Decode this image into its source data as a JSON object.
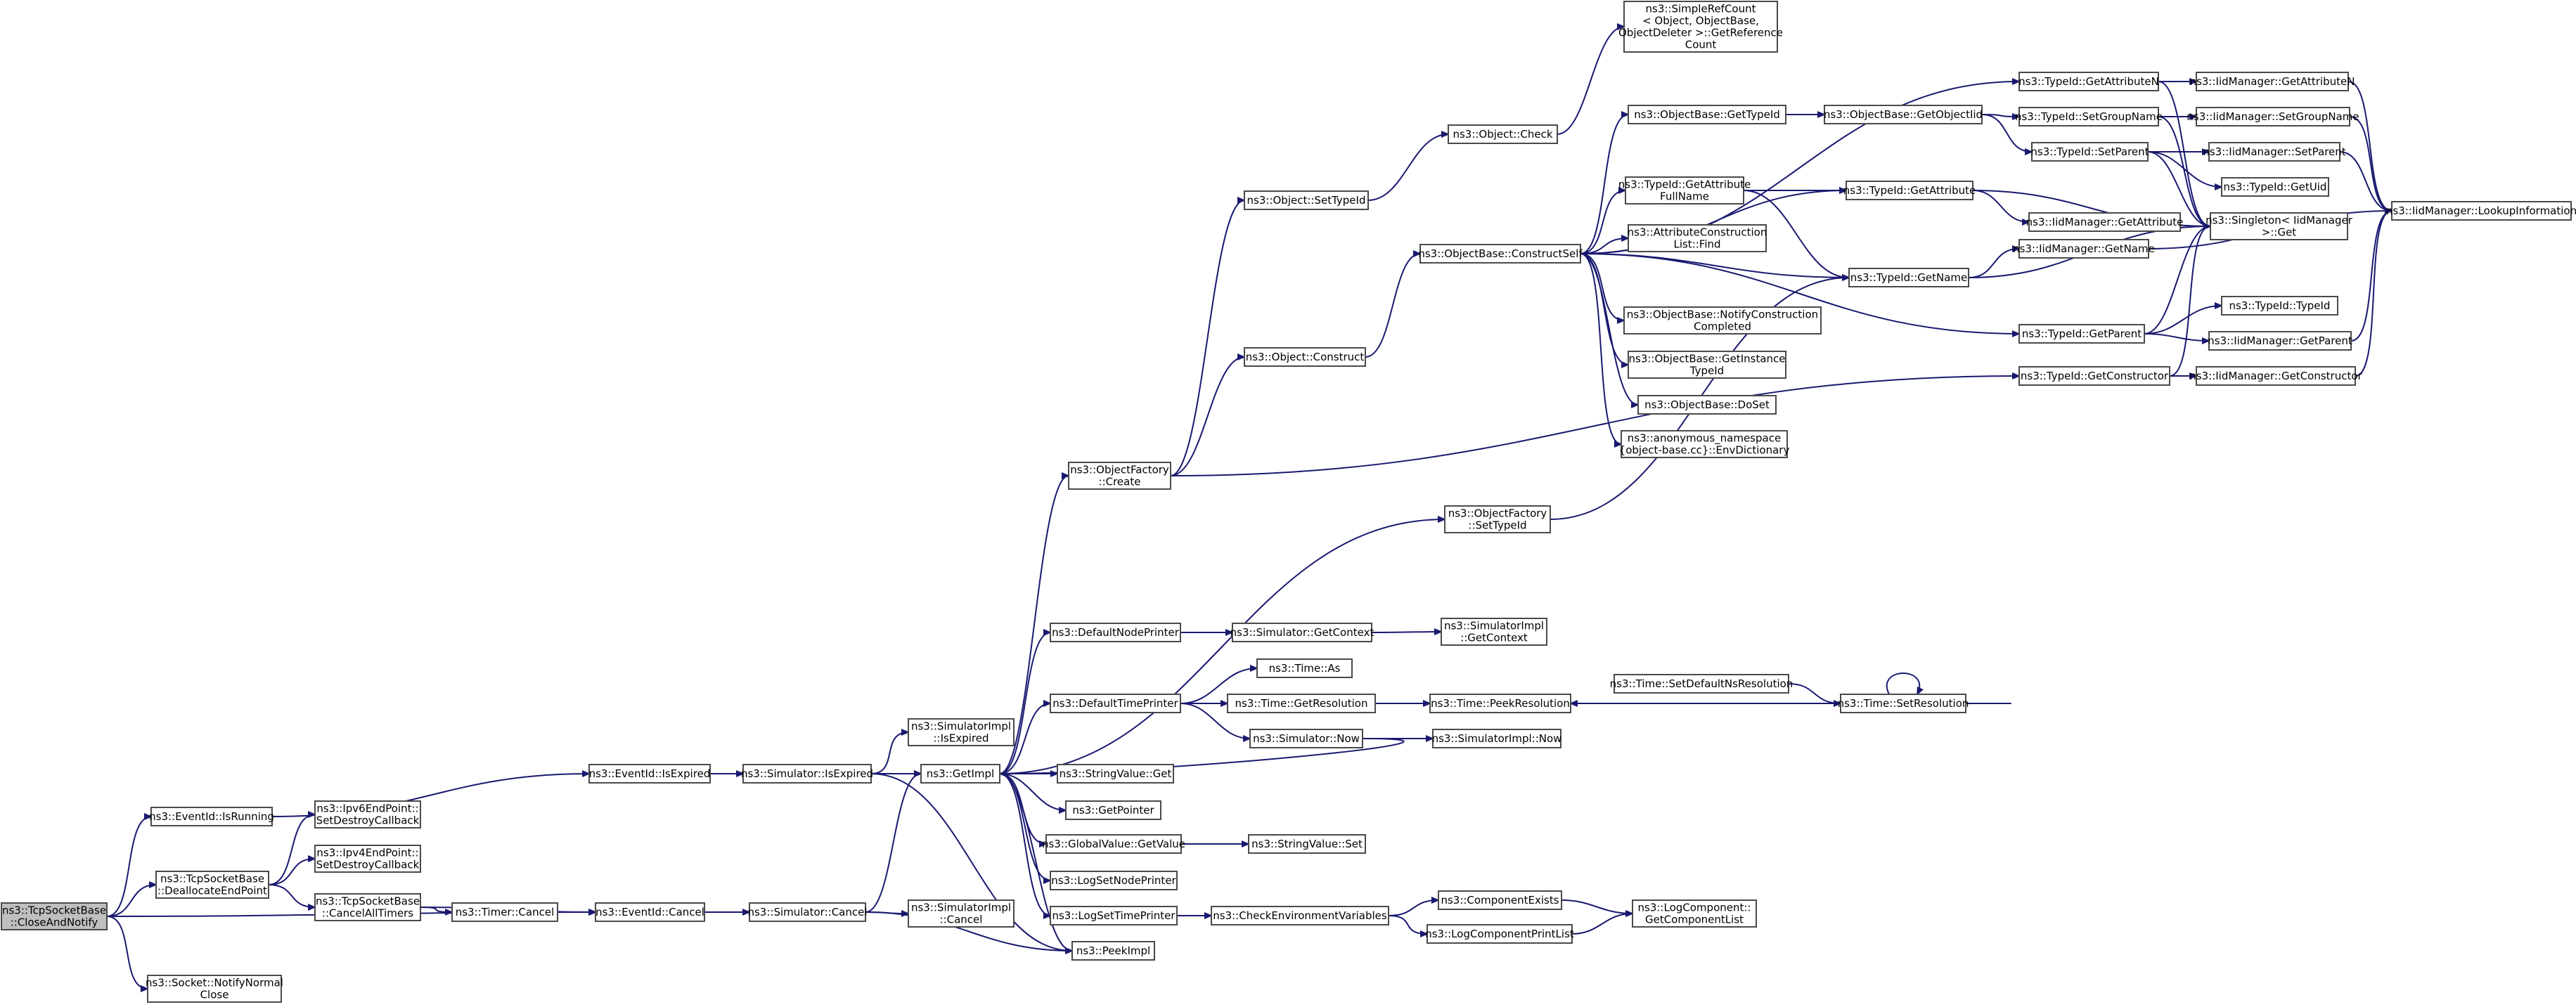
{
  "colors": {
    "edge": "#191970",
    "node_border": "#4a4a4a",
    "root_fill": "#bfbfbf",
    "node_fill": "#ffffff"
  },
  "nodes": {
    "closeandnotify": [
      "ns3::TcpSocketBase",
      "::CloseAndNotify"
    ],
    "isrunning": [
      "ns3::EventId::IsRunning"
    ],
    "deallocate": [
      "ns3::TcpSocketBase",
      "::DeallocateEndPoint"
    ],
    "notifynormal": [
      "ns3::Socket::NotifyNormal",
      "Close"
    ],
    "ipv6destroy": [
      "ns3::Ipv6EndPoint::",
      "SetDestroyCallback"
    ],
    "ipv4destroy": [
      "ns3::Ipv4EndPoint::",
      "SetDestroyCallback"
    ],
    "cancelalltimers": [
      "ns3::TcpSocketBase",
      "::CancelAllTimers"
    ],
    "timercancel": [
      "ns3::Timer::Cancel"
    ],
    "eventidisexpired": [
      "ns3::EventId::IsExpired"
    ],
    "eventidcancel": [
      "ns3::EventId::Cancel"
    ],
    "simisexpired": [
      "ns3::Simulator::IsExpired"
    ],
    "simcancel": [
      "ns3::Simulator::Cancel"
    ],
    "simimplisexpired": [
      "ns3::SimulatorImpl",
      "::IsExpired"
    ],
    "simimplcancel": [
      "ns3::SimulatorImpl",
      "::Cancel"
    ],
    "getimpl": [
      "ns3::GetImpl"
    ],
    "peekimpl": [
      "ns3::PeekImpl"
    ],
    "objfactorycreate": [
      "ns3::ObjectFactory",
      "::Create"
    ],
    "defaultnodeprinter": [
      "ns3::DefaultNodePrinter"
    ],
    "defaulttimeprinter": [
      "ns3::DefaultTimePrinter"
    ],
    "stringvalueget": [
      "ns3::StringValue::Get"
    ],
    "getpointer": [
      "ns3::GetPointer"
    ],
    "globalvalueget": [
      "ns3::GlobalValue::GetValue"
    ],
    "lognodeprinter": [
      "ns3::LogSetNodePrinter"
    ],
    "logtimeprinter": [
      "ns3::LogSetTimePrinter"
    ],
    "objsettypeid": [
      "ns3::Object::SetTypeId"
    ],
    "objconstruct": [
      "ns3::Object::Construct"
    ],
    "objcheck": [
      "ns3::Object::Check"
    ],
    "simplerefcount": [
      "ns3::SimpleRefCount",
      "< Object, ObjectBase,",
      "ObjectDeleter >::GetReference",
      "Count"
    ],
    "constructself": [
      "ns3::ObjectBase::ConstructSelf"
    ],
    "objfactorysettypeid": [
      "ns3::ObjectFactory",
      "::SetTypeId"
    ],
    "simgetcontext": [
      "ns3::Simulator::GetContext"
    ],
    "simimplgetcontext": [
      "ns3::SimulatorImpl",
      "::GetContext"
    ],
    "timeas": [
      "ns3::Time::As"
    ],
    "timegetresolution": [
      "ns3::Time::GetResolution"
    ],
    "simnow": [
      "ns3::Simulator::Now"
    ],
    "simimplnow": [
      "ns3::SimulatorImpl::Now"
    ],
    "timepeekresolution": [
      "ns3::Time::PeekResolution"
    ],
    "setdefaultnsres": [
      "ns3::Time::SetDefaultNsResolution"
    ],
    "timesetresolution": [
      "ns3::Time::SetResolution"
    ],
    "stringvalueset": [
      "ns3::StringValue::Set"
    ],
    "checkenv": [
      "ns3::CheckEnvironmentVariables"
    ],
    "componentexists": [
      "ns3::ComponentExists"
    ],
    "logcomponentprintlist": [
      "ns3::LogComponentPrintList"
    ],
    "getcomponentlist": [
      "ns3::LogComponent::",
      "GetComponentList"
    ],
    "objbasegettypeid": [
      "ns3::ObjectBase::GetTypeId"
    ],
    "typeidgetattributefullname": [
      "ns3::TypeId::GetAttribute",
      "FullName"
    ],
    "attrconstructionlistfind": [
      "ns3::AttributeConstruction",
      "List::Find"
    ],
    "notifyconstructioncompleted": [
      "ns3::ObjectBase::NotifyConstruction",
      "Completed"
    ],
    "getinstancetypeid": [
      "ns3::ObjectBase::GetInstance",
      "TypeId"
    ],
    "doset": [
      "ns3::ObjectBase::DoSet"
    ],
    "envdictionary": [
      "ns3::anonymous_namespace",
      "{object-base.cc}::EnvDictionary"
    ],
    "getobjectiid": [
      "ns3::ObjectBase::GetObjectIid"
    ],
    "typeidgetattributen": [
      "ns3::TypeId::GetAttributeN"
    ],
    "typeidsetgroupname": [
      "ns3::TypeId::SetGroupName"
    ],
    "typeidsetparent": [
      "ns3::TypeId::SetParent"
    ],
    "typeidgetattribute": [
      "ns3::TypeId::GetAttribute"
    ],
    "typeidgetname": [
      "ns3::TypeId::GetName"
    ],
    "typeidgetparent": [
      "ns3::TypeId::GetParent"
    ],
    "typeidgetconstructor": [
      "ns3::TypeId::GetConstructor"
    ],
    "iidgetattributen": [
      "ns3::IidManager::GetAttributeN"
    ],
    "iidsetgroupname": [
      "ns3::IidManager::SetGroupName"
    ],
    "iidsetparent": [
      "ns3::IidManager::SetParent"
    ],
    "typeidgetuid": [
      "ns3::TypeId::GetUid"
    ],
    "singletonget": [
      "ns3::Singleton< IidManager",
      ">::Get"
    ],
    "iidgetattribute": [
      "ns3::IidManager::GetAttribute"
    ],
    "iidgetname": [
      "ns3::IidManager::GetName"
    ],
    "typeidtypeid": [
      "ns3::TypeId::TypeId"
    ],
    "iidgetparent": [
      "ns3::IidManager::GetParent"
    ],
    "iidgetconstructor": [
      "ns3::IidManager::GetConstructor"
    ],
    "iidlookupinformation": [
      "ns3::IidManager::LookupInformation"
    ]
  }
}
